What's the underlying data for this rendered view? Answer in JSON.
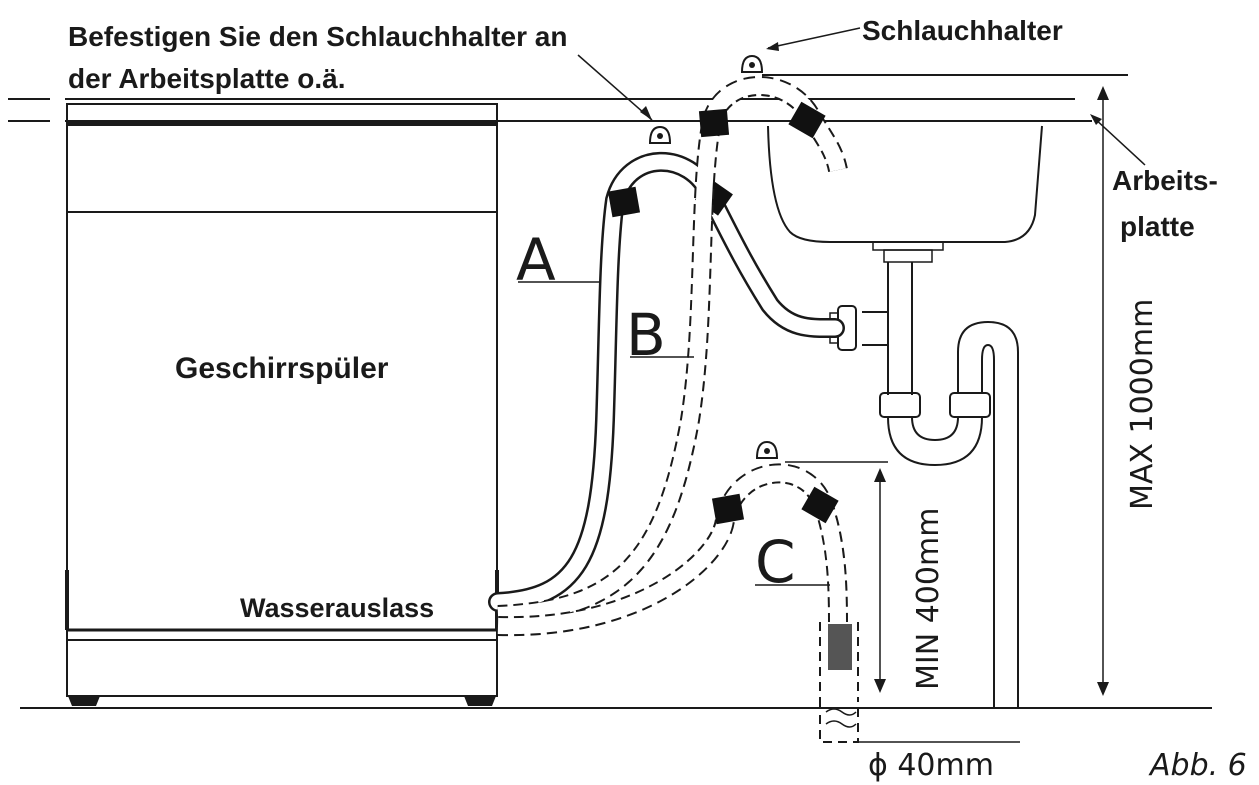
{
  "labels": {
    "mount_instruction_line1": "Befestigen Sie den Schlauchhalter an",
    "mount_instruction_line2": "der Arbeitsplatte o.ä.",
    "hose_holder": "Schlauchhalter",
    "countertop_line1": "Arbeits-",
    "countertop_line2": "platte",
    "dishwasher": "Geschirrspüler",
    "water_outlet": "Wasserauslass",
    "variant_a": "A",
    "variant_b": "B",
    "variant_c": "C",
    "max_height": "MAX 1000mm",
    "min_height": "MIN 400mm",
    "pipe_diameter": "ϕ 40mm",
    "figure_number": "Abb. 6"
  }
}
